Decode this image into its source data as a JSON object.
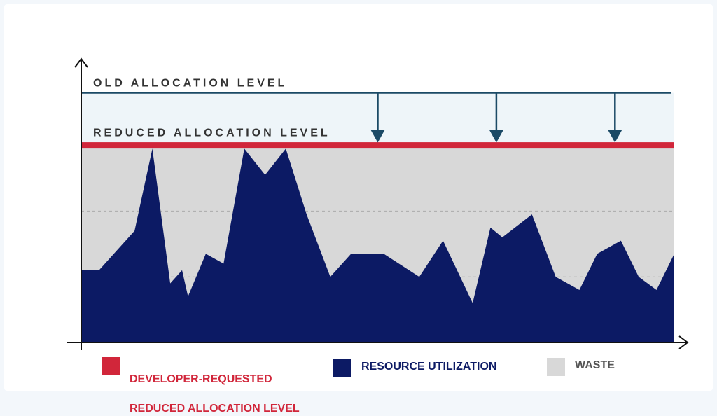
{
  "colors": {
    "reduced_line": "#d1263a",
    "utilization": "#0c1a64",
    "waste": "#d8d8d8",
    "old_band": "#eef5f9",
    "old_line": "#1b4a66",
    "arrow": "#1b4a66",
    "axis": "#111111",
    "grid": "#aaaaaa",
    "legend_red_text": "#d1263a",
    "legend_blue_text": "#0c1a64",
    "legend_gray_text": "#555555"
  },
  "chart_data": {
    "type": "area",
    "old_allocation_label": "OLD ALLOCATION LEVEL",
    "reduced_allocation_label": "REDUCED ALLOCATION LEVEL",
    "old_allocation_level": 76,
    "reduced_allocation_level": 60,
    "ylim": [
      0,
      100
    ],
    "xlim": [
      0,
      100
    ],
    "gridlines": [
      40,
      20
    ],
    "arrows_at_x": [
      50,
      70,
      90
    ],
    "series": [
      {
        "name": "RESOURCE UTILIZATION",
        "x": [
          0,
          3,
          9,
          12,
          15,
          17,
          18,
          21,
          24,
          27.5,
          31,
          34.5,
          38,
          42,
          45.5,
          48,
          51,
          57,
          61,
          66,
          69,
          71,
          76,
          80,
          84,
          87,
          91,
          94,
          97,
          100
        ],
        "values": [
          22,
          22,
          34,
          59,
          18,
          22,
          14,
          27,
          24,
          59,
          51,
          59,
          39,
          20,
          27,
          27,
          27,
          20,
          31,
          12,
          35,
          32,
          39,
          20,
          16,
          27,
          31,
          20,
          16,
          27
        ]
      }
    ]
  },
  "legend": {
    "developer_line1": "DEVELOPER-REQUESTED",
    "developer_line2": "REDUCED ALLOCATION LEVEL",
    "utilization": "RESOURCE UTILIZATION",
    "waste": "WASTE"
  }
}
